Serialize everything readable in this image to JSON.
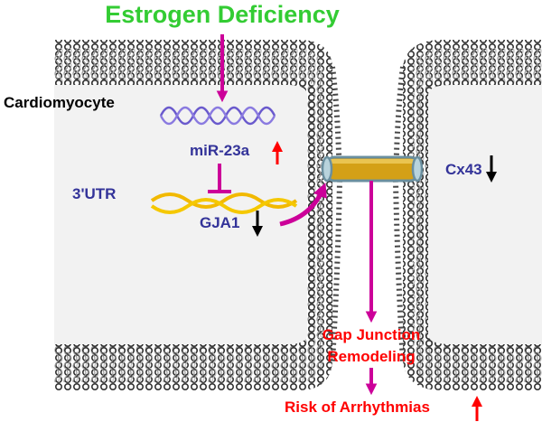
{
  "title": "Estrogen Deficiency",
  "cell_label": "Cardiomyocyte",
  "mirna_label": "miR-23a",
  "utr_label": "3'UTR",
  "gene_label": "GJA1",
  "protein_label": "Cx43",
  "outcome_1_line1": "Gap Junction",
  "outcome_1_line2": "Remodeling",
  "outcome_2": "Risk of Arrhythmias",
  "colors": {
    "title": "#33cc33",
    "blue_label": "#333399",
    "red_label": "#ff0000",
    "magenta_arrow": "#cc0099",
    "up_arrow": "#ff0000",
    "down_arrow": "#000000",
    "mirna_helix": "#6a5acd",
    "mrna_helix": "#f2b900",
    "channel": "#d4a017",
    "channel_edge": "#6a8f9f"
  },
  "icons": {
    "mirna": "mirna-helix-icon",
    "mrna": "mrna-helix-icon",
    "channel": "gap-junction-channel-icon",
    "up": "up-arrow-icon",
    "down": "down-arrow-icon"
  }
}
